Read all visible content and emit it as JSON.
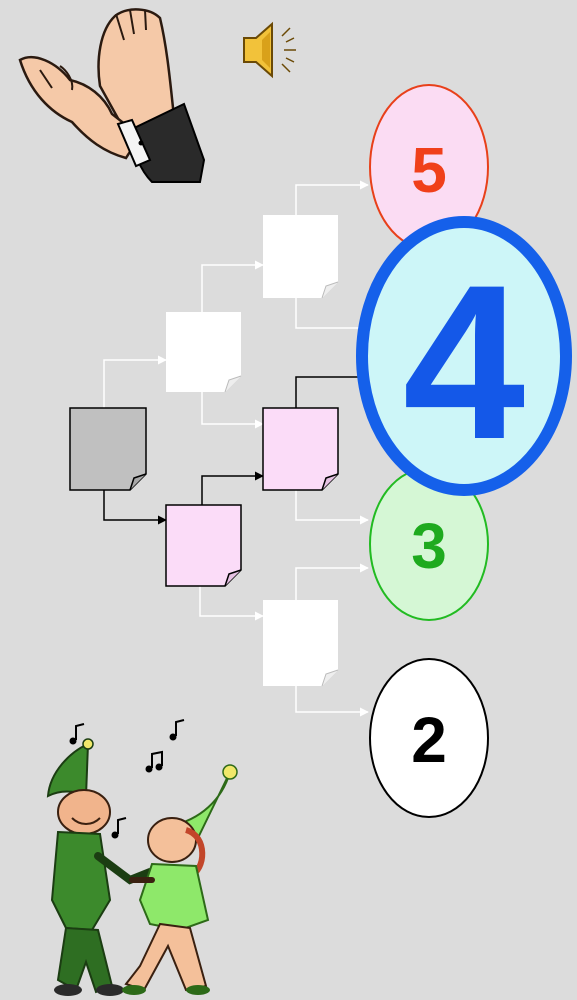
{
  "grades": [
    {
      "id": "5",
      "label": "5",
      "fill": "#fbdcf3",
      "stroke": "#e8401a",
      "text_color": "#f0401a"
    },
    {
      "id": "4",
      "label": "4",
      "fill": "#cdf6f8",
      "stroke": "#1560ea",
      "text_color": "#1458e8"
    },
    {
      "id": "3",
      "label": "3",
      "fill": "#d5f7d5",
      "stroke": "#22bb22",
      "text_color": "#1eaa1e"
    },
    {
      "id": "2",
      "label": "2",
      "fill": "#ffffff",
      "stroke": "#000000",
      "text_color": "#000000"
    }
  ],
  "colors": {
    "background": "#dcdcdc",
    "start_box": "#c0c0c0",
    "path_box": "#fbdcf8",
    "plain_box": "#ffffff",
    "plain_connector": "#ffffff",
    "path_connector": "#000000"
  },
  "icons": {
    "clapping": "clapping-hands-icon",
    "speaker": "speaker-icon",
    "dancers": "dancing-elves-icon"
  }
}
